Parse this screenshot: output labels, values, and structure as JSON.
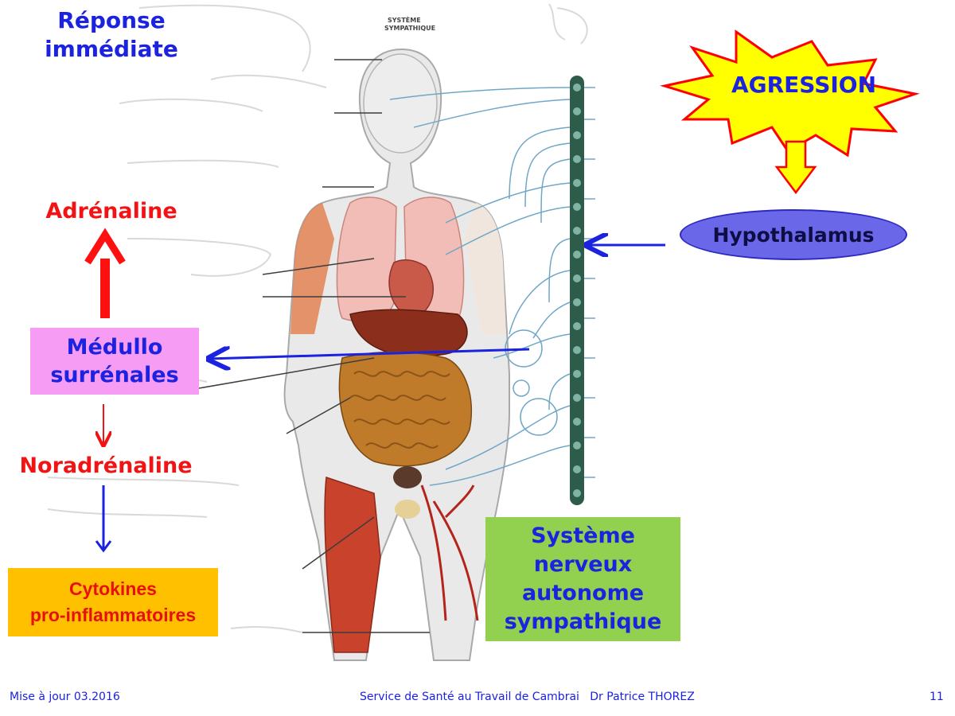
{
  "title": {
    "line1": "Réponse",
    "line2": "immédiate"
  },
  "illustration": {
    "caption_line1": "SYSTÈME",
    "caption_line2": "SYMPATHIQUE"
  },
  "agression": "AGRESSION",
  "hypothalamus": "Hypothalamus",
  "adrenaline": "Adrénaline",
  "medullo": {
    "line1": "Médullo",
    "line2": "surrénales"
  },
  "noradrenaline": "Noradrénaline",
  "cytokines": {
    "line1": "Cytokines",
    "line2": "pro-inflammatoires"
  },
  "sna": {
    "line1": "Système",
    "line2": "nerveux",
    "line3": "autonome",
    "line4": "sympathique"
  },
  "footer": {
    "left": "Mise à jour 03.2016",
    "center": "Service de Santé au Travail de Cambrai   Dr Patrice THOREZ",
    "right": "11"
  },
  "colors": {
    "title_blue": "#1b22e0",
    "red": "#f21414",
    "burst_yellow": "#ffff00",
    "burst_red": "#ff0000",
    "hypothalamus_fill": "#6a67e8",
    "medullo_pink": "#f79cf5",
    "cytokines_orange": "#ffc000",
    "sna_green": "#92d050"
  }
}
